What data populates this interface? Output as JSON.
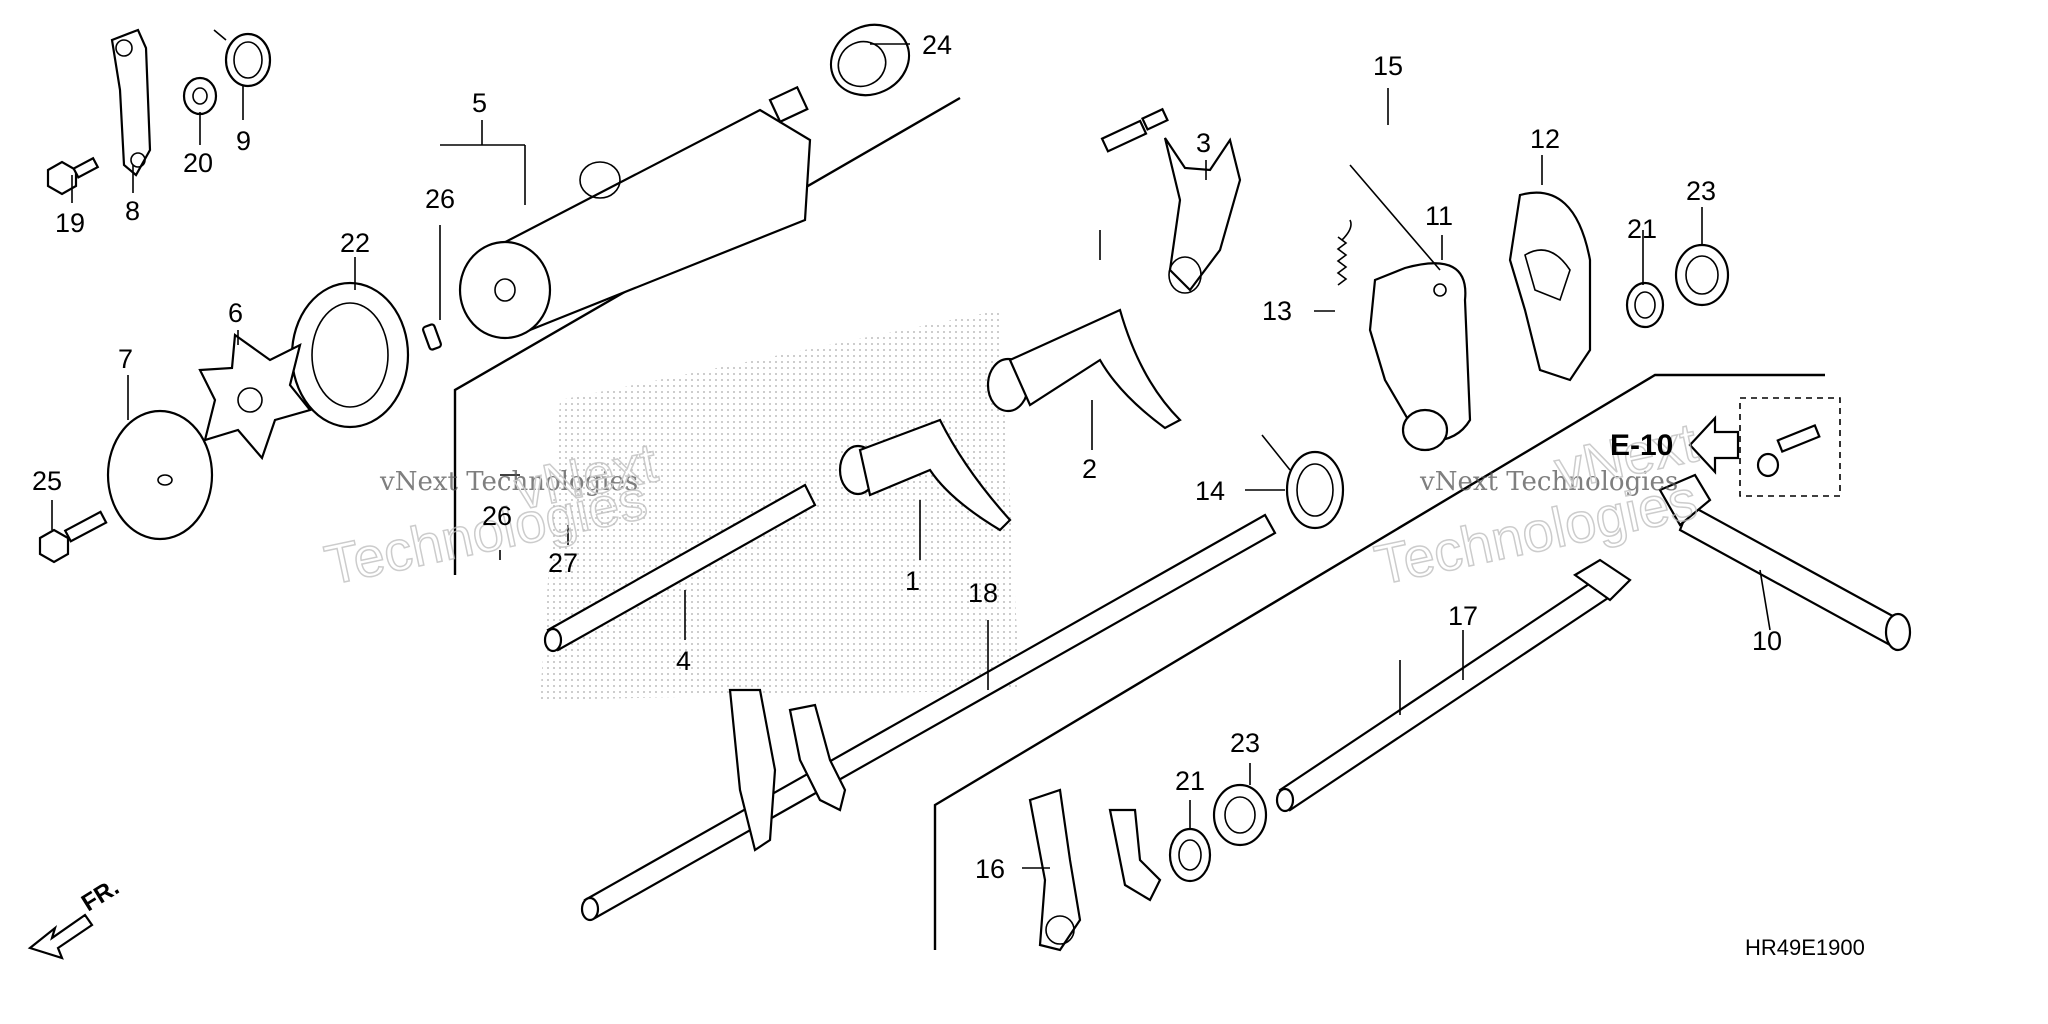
{
  "diagram_code": "HR49E1900",
  "reference": "E-10",
  "front_marker": "FR.",
  "watermarks": {
    "line1": "vNext Technologies",
    "big1": "Technologies",
    "big2": "vNext",
    "line2": "vNext Technologies",
    "big3": "Technologies",
    "big4": "vNext"
  },
  "callouts": {
    "c1": "1",
    "c2": "2",
    "c3": "3",
    "c4": "4",
    "c5": "5",
    "c6": "6",
    "c7": "7",
    "c8": "8",
    "c9": "9",
    "c10": "10",
    "c11": "11",
    "c12": "12",
    "c13": "13",
    "c14": "14",
    "c15": "15",
    "c16": "16",
    "c17": "17",
    "c18": "18",
    "c19": "19",
    "c20": "20",
    "c21a": "21",
    "c21b": "21",
    "c22": "22",
    "c23a": "23",
    "c23b": "23",
    "c24": "24",
    "c25": "25",
    "c26a": "26",
    "c26b": "26",
    "c27": "27"
  },
  "colors": {
    "ink": "#000000",
    "watermark": "#999999",
    "stipple": "#888888"
  }
}
